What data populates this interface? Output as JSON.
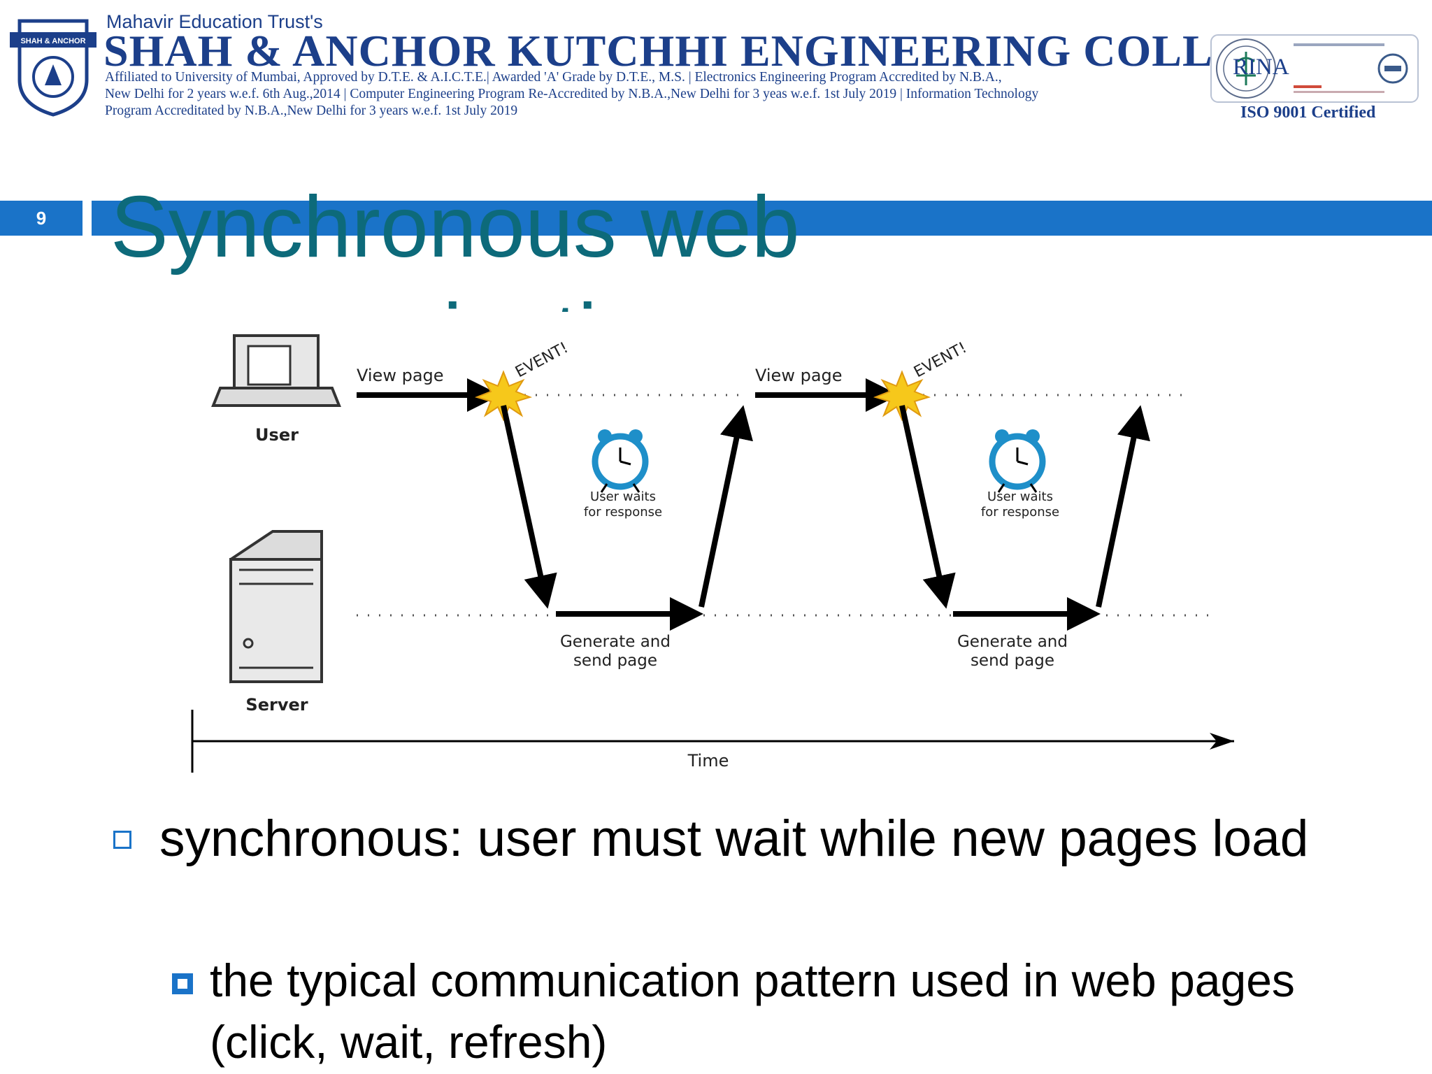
{
  "header": {
    "trust": "Mahavir Education Trust's",
    "college": "SHAH & ANCHOR KUTCHHI ENGINEERING COLLEGE",
    "logo_text": "SHAH & ANCHOR",
    "affiliation_lines": [
      "Affiliated to University of Mumbai, Approved by D.T.E. & A.I.C.T.E.| Awarded 'A' Grade by D.T.E., M.S. | Electronics Engineering Program Accredited by N.B.A.,",
      "New Delhi for 2 years w.e.f. 6th Aug.,2014 | Computer Engineering Program Re-Accredited by N.B.A.,New Delhi for 3 yeas w.e.f. 1st July 2019 | Information Technology",
      "Program Accreditated by N.B.A.,New Delhi for 3 years w.e.f. 1st July 2019"
    ],
    "rina": "RINA",
    "iso": "ISO 9001 Certified"
  },
  "slide": {
    "number": "9",
    "title_line1": "Synchronous web",
    "title_line2": "communication"
  },
  "diagram": {
    "user_label": "User",
    "server_label": "Server",
    "view_page": "View page",
    "event": "EVENT!",
    "wait_line1": "User waits",
    "wait_line2": "for response",
    "gen_line1": "Generate and",
    "gen_line2": "send page",
    "time_label": "Time"
  },
  "bullets": {
    "main": "synchronous: user must wait while new pages load",
    "sub": "the typical communication pattern used in web pages (click, wait, refresh)"
  },
  "colors": {
    "brand_blue": "#1a73c8",
    "title_teal": "#0d6a7a",
    "header_navy": "#1c3f8a"
  }
}
